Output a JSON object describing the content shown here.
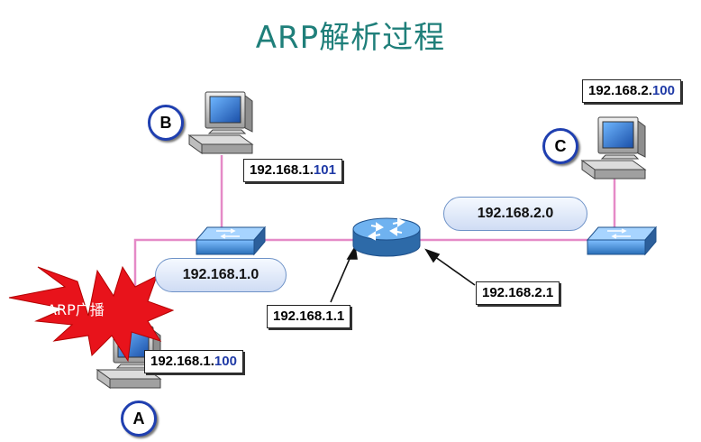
{
  "title": "ARP解析过程",
  "hosts": {
    "a": {
      "badge": "A",
      "ip_prefix": "192.168.1.",
      "ip_suffix": "100"
    },
    "b": {
      "badge": "B",
      "ip_prefix": "192.168.1.",
      "ip_suffix": "101"
    },
    "c": {
      "badge": "C",
      "ip_prefix": "192.168.2.",
      "ip_suffix": "100"
    }
  },
  "networks": {
    "left": "192.168.1.0",
    "right": "192.168.2.0"
  },
  "router": {
    "left_ip": "192.168.1.1",
    "right_ip": "192.168.2.1"
  },
  "broadcast": {
    "label": "ARP广播"
  },
  "colors": {
    "title": "#1f7f7a",
    "link": "#e58ac7",
    "burst": "#e8131b",
    "badge_border": "#1f3fb0",
    "ip_highlight": "#1f3aa6",
    "router": "#3c7fbf",
    "switch": "#4a8fcf"
  },
  "icons": [
    "computer-icon",
    "switch-icon",
    "router-icon",
    "explosion-icon"
  ]
}
